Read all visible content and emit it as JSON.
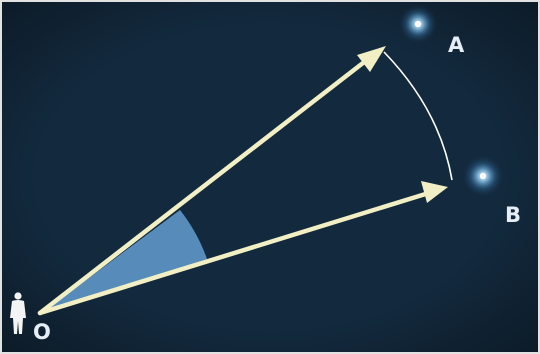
{
  "labels": {
    "star_a": "A",
    "star_b": "B",
    "observer": "O"
  },
  "colors": {
    "sky": "#132a3e",
    "arrow": "#f1efc3",
    "angle_wedge": "#5f97c8",
    "arc": "#ffffff",
    "star_glow": "#8fc8ec",
    "star_core": "#ffffff",
    "label": "#e6eef5",
    "observer_figure": "#f4f4f4"
  },
  "icons": {
    "observer": "standing-person-icon",
    "star": "glowing-star-icon"
  }
}
